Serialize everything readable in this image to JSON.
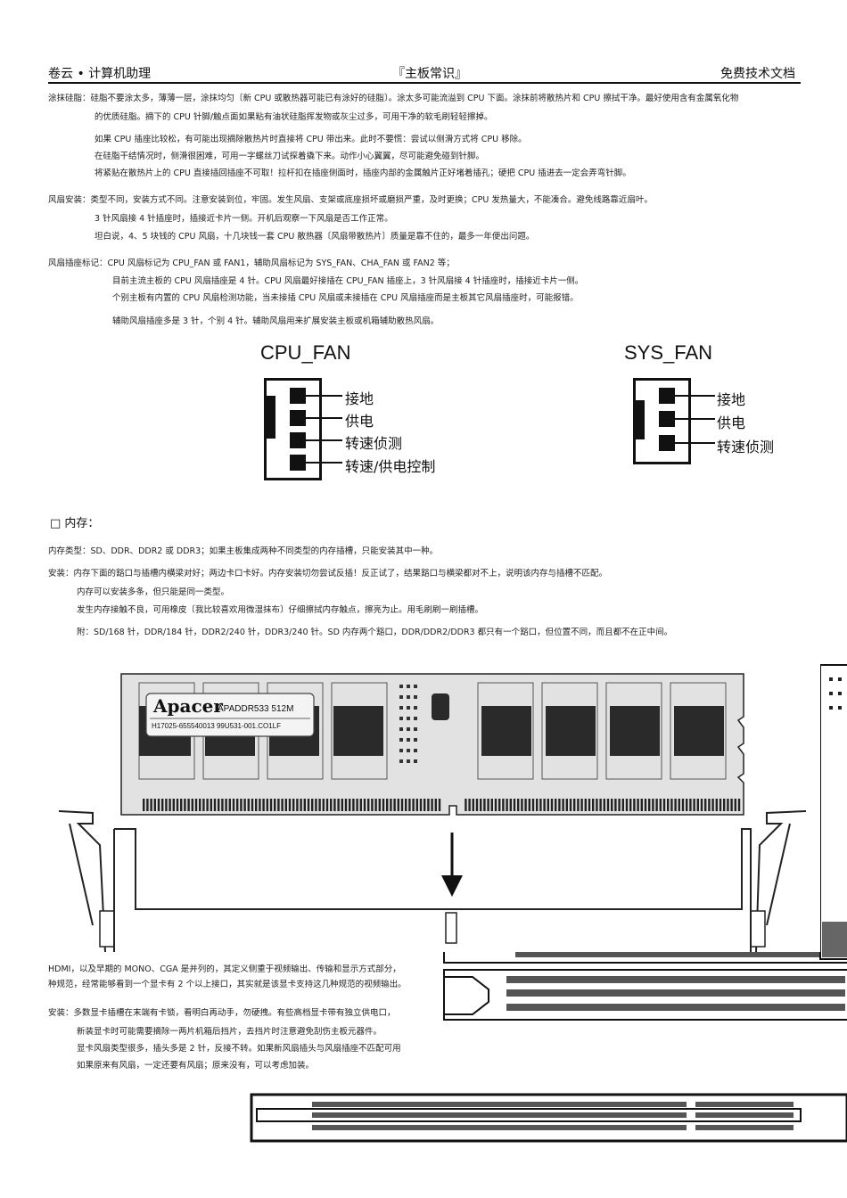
{
  "header": {
    "left": "卷云 • 计算机助理",
    "center": "『主板常识』",
    "right": "免费技术文档"
  },
  "cpu_cooling": {
    "grease": "涂抹硅脂：硅脂不要涂太多，薄薄一层，涂抹均匀〔新 CPU 或散热器可能已有涂好的硅脂〕。涂太多可能流溢到 CPU 下面。涂抹前将散热片和 CPU 擦拭干净。最好使用含有金属氧化物",
    "grease_cont": "的优质硅脂。摘下的 CPU 针脚/触点面如果粘有油状硅脂挥发物或灰尘过多，可用干净的软毛刷轻轻擦掉。",
    "loose_1": "如果 CPU 插座比较松，有可能出现摘除散热片时直接将 CPU 带出来。此时不要慌：尝试以侧滑方式将 CPU 移除。",
    "loose_2": "在硅脂干结情况时，侧滑很困难，可用一字螺丝刀试探着撬下来。动作小心翼翼，尽可能避免碰到针脚。",
    "loose_3": "将紧贴在散热片上的 CPU 直接插回插座不可取！拉杆扣在插座侧面时，插座内部的金属触片正好堵着插孔；硬把 CPU 插进去一定会弄弯针脚。"
  },
  "fan_install": {
    "line_1": "风扇安装：类型不同，安装方式不同。注意安装到位，牢固。发生风扇、支架或底座损坏或磨损严重，及时更换；CPU 发热量大，不能凑合。避免线路靠近扇叶。",
    "line_2": "3 针风扇接 4 针插座时，插接近卡片一侧。开机后观察一下风扇是否工作正常。",
    "line_3": "坦白说，4、5 块钱的 CPU 风扇，十几块钱一套 CPU 散热器〔风扇带散热片〕质量是靠不住的，最多一年便出问题。"
  },
  "fan_header": {
    "line_1": "风扇插座标记：CPU 风扇标记为 CPU_FAN 或 FAN1，辅助风扇标记为 SYS_FAN、CHA_FAN 或 FAN2 等；",
    "line_2": "目前主流主板的 CPU 风扇插座是 4 针。CPU 风扇最好接插在 CPU_FAN 插座上，3 针风扇接 4 针插座时，插接近卡片一侧。",
    "line_3": "个别主板有内置的 CPU 风扇检测功能，当未接插 CPU 风扇或未接插在 CPU 风扇插座而是主板其它风扇插座时，可能报错。",
    "line_4": "辅助风扇插座多是 3 针，个别 4 针。辅助风扇用来扩展安装主板或机箱辅助散热风扇。"
  },
  "diagram_cpu_fan": {
    "title": "CPU_FAN",
    "pins": [
      "接地",
      "供电",
      "转速侦测",
      "转速/供电控制"
    ]
  },
  "diagram_sys_fan": {
    "title": "SYS_FAN",
    "pins": [
      "接地",
      "供电",
      "转速侦测"
    ]
  },
  "memory": {
    "heading": "□  内存：",
    "type": "内存类型：SD、DDR、DDR2 或 DDR3；如果主板集成两种不同类型的内存插槽，只能安装其中一种。",
    "install": "安装：内存下面的豁口与插槽内横梁对好；两边卡口卡好。内存安装切勿尝试反插！反正试了，结果豁口与横梁都对不上，说明该内存与插槽不匹配。",
    "many": "内存可以安装多条，但只能是同一类型。",
    "contact": "发生内存接触不良，可用橡皮〔我比较喜欢用微湿抹布〕仔细擦拭内存触点，擦亮为止。用毛刷刷一刷插槽。",
    "note": "附：SD/168 针，DDR/184 针，DDR2/240 针，DDR3/240 针。SD 内存两个豁口，DDR/DDR2/DDR3 都只有一个豁口，但位置不同，而且都不在正中间。"
  },
  "ram_image": {
    "brand": "Apacer",
    "model": "APADDR533 512M",
    "serial": "H17025-655540013  99U531-001.CO1LF"
  },
  "graphics": {
    "line_1": "HDMI，以及早期的 MONO、CGA 是并列的，其定义侧重于视频输出、传输和显示方式部分，",
    "line_2": "种规范，经常能够看到一个显卡有 2 个以上接口，其实就是该显卡支持这几种规范的视频输出。",
    "install_1": "安装：多数显卡插槽在末端有卡锁，看明白再动手，勿硬拽。有些高档显卡带有独立供电口，",
    "install_2": "新装显卡时可能需要摘除一两片机箱后挡片，去挡片时注意避免刮伤主板元器件。",
    "install_3": "显卡风扇类型很多，插头多是 2 针，反接不转。如果新风扇插头与风扇插座不匹配可用",
    "install_4": "如果原来有风扇，一定还要有风扇；原来没有，可以考虑加装。"
  }
}
